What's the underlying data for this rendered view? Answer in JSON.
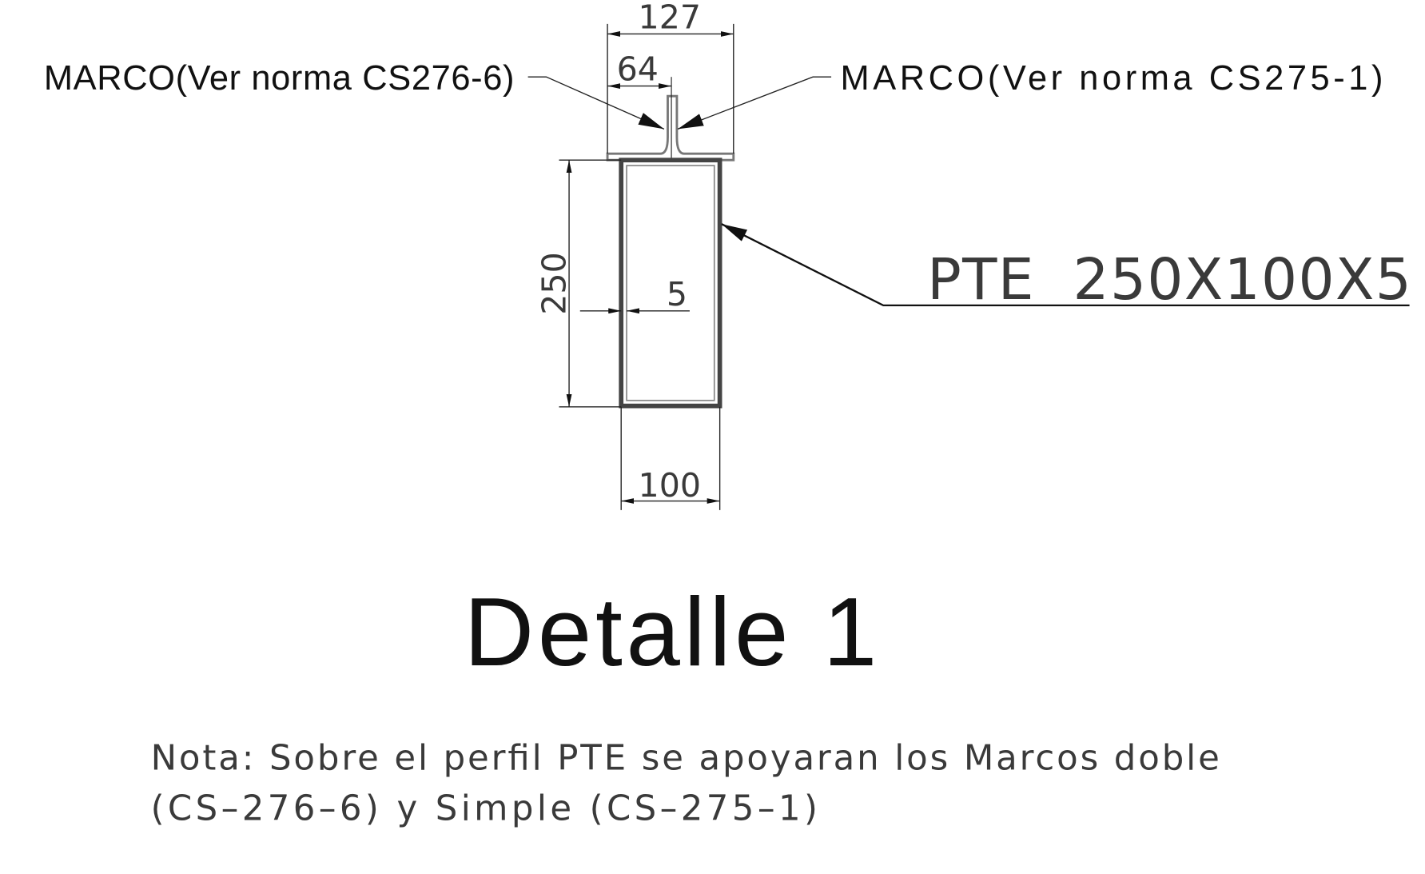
{
  "labels": {
    "left_callout": "MARCO(Ver norma CS276-6)",
    "right_callout": "MARCO(Ver norma CS275-1)",
    "profile_callout": "PTE  250X100X5",
    "title": "Detalle 1",
    "note_line1": "Nota: Sobre el perfil PTE se apoyaran los Marcos doble",
    "note_line2": "(CS–276–6) y Simple (CS–275–1)"
  },
  "dimensions": {
    "flange_width": "127",
    "half_flange": "64",
    "height": "250",
    "thickness": "5",
    "width": "100"
  },
  "colors": {
    "profile": "#444444",
    "frame": "#777777",
    "line": "#222222"
  }
}
